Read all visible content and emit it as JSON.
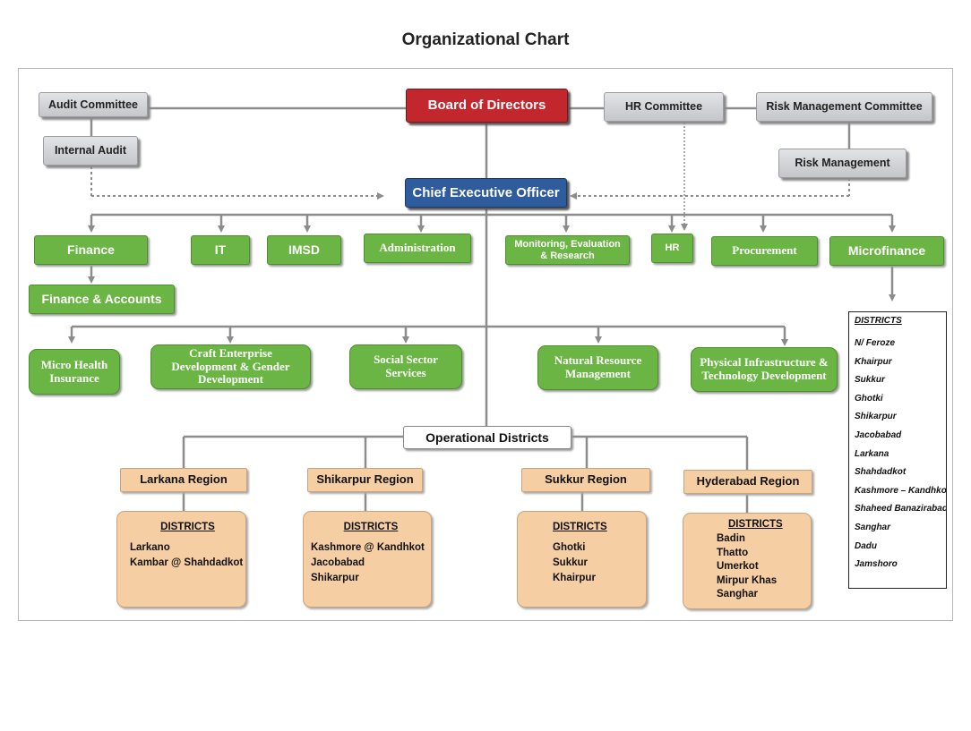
{
  "title": "Organizational Chart",
  "top": {
    "audit_committee": "Audit  Committee",
    "internal_audit": "Internal Audit",
    "board": "Board of Directors",
    "hr_committee": "HR Committee",
    "risk_committee": "Risk Management Committee",
    "risk_management": "Risk Management",
    "ceo": "Chief Executive Officer"
  },
  "departments": {
    "finance": "Finance",
    "it": "IT",
    "imsd": "IMSD",
    "administration": "Administration",
    "mer": "Monitoring, Evaluation & Research",
    "hr": "HR",
    "procurement": "Procurement",
    "microfinance": "Microfinance",
    "finance_accounts": "Finance & Accounts"
  },
  "programs": {
    "micro_health": "Micro Health Insurance",
    "craft": "Craft Enterprise Development & Gender Development",
    "social": "Social Sector Services",
    "natural": "Natural Resource Management",
    "physical": "Physical Infrastructure & Technology Development"
  },
  "operational": "Operational Districts",
  "regions": [
    {
      "name": "Larkana Region",
      "heading": "DISTRICTS",
      "districts": [
        "Larkano",
        "Kambar @ Shahdadkot"
      ]
    },
    {
      "name": "Shikarpur Region",
      "heading": "DISTRICTS",
      "districts": [
        "Kashmore @ Kandhkot",
        "Jacobabad",
        "Shikarpur"
      ]
    },
    {
      "name": "Sukkur Region",
      "heading": "DISTRICTS",
      "districts": [
        "Ghotki",
        "Sukkur",
        "Khairpur"
      ]
    },
    {
      "name": "Hyderabad Region",
      "heading": "DISTRICTS",
      "districts": [
        "Badin",
        "Thatto",
        "Umerkot",
        "Mirpur Khas",
        "Sanghar"
      ]
    }
  ],
  "microfinance_districts": {
    "heading": "DISTRICTS",
    "items": [
      "N/ Feroze",
      "Khairpur",
      "Sukkur",
      "Ghotki",
      "Shikarpur",
      "Jacobabad",
      "Larkana",
      "Shahdadkot",
      "Kashmore – Kandhkot",
      "Shaheed Banazirabad",
      "Sanghar",
      "Dadu",
      "Jamshoro"
    ]
  },
  "colors": {
    "board": "#c1272d",
    "ceo": "#2e5c9c",
    "department": "#6ab543",
    "region": "#f6cea3",
    "committee": "#d0d2d5",
    "connector": "#8c8c8c"
  }
}
